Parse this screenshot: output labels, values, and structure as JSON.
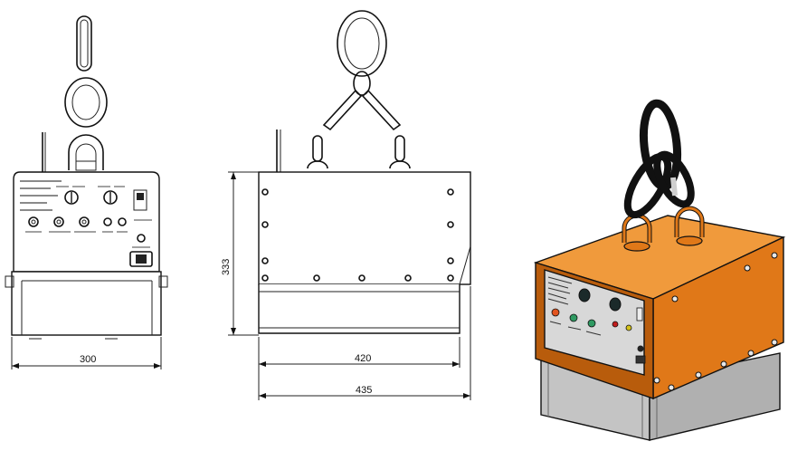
{
  "dimensions": {
    "front_width": "300",
    "side_height": "333",
    "side_inner_width": "420",
    "side_outer_width": "435"
  },
  "colors": {
    "line": "#111111",
    "body_orange": "#e07818",
    "body_orange_dark": "#b85c0c",
    "body_orange_light": "#f09a3c",
    "panel_grey": "#d8d8d8",
    "base_grey": "#c4c4c4",
    "chain_black": "#111111"
  },
  "icons": {
    "front_view": "front-view-drawing",
    "side_view": "side-view-drawing",
    "iso_view": "isometric-render"
  }
}
